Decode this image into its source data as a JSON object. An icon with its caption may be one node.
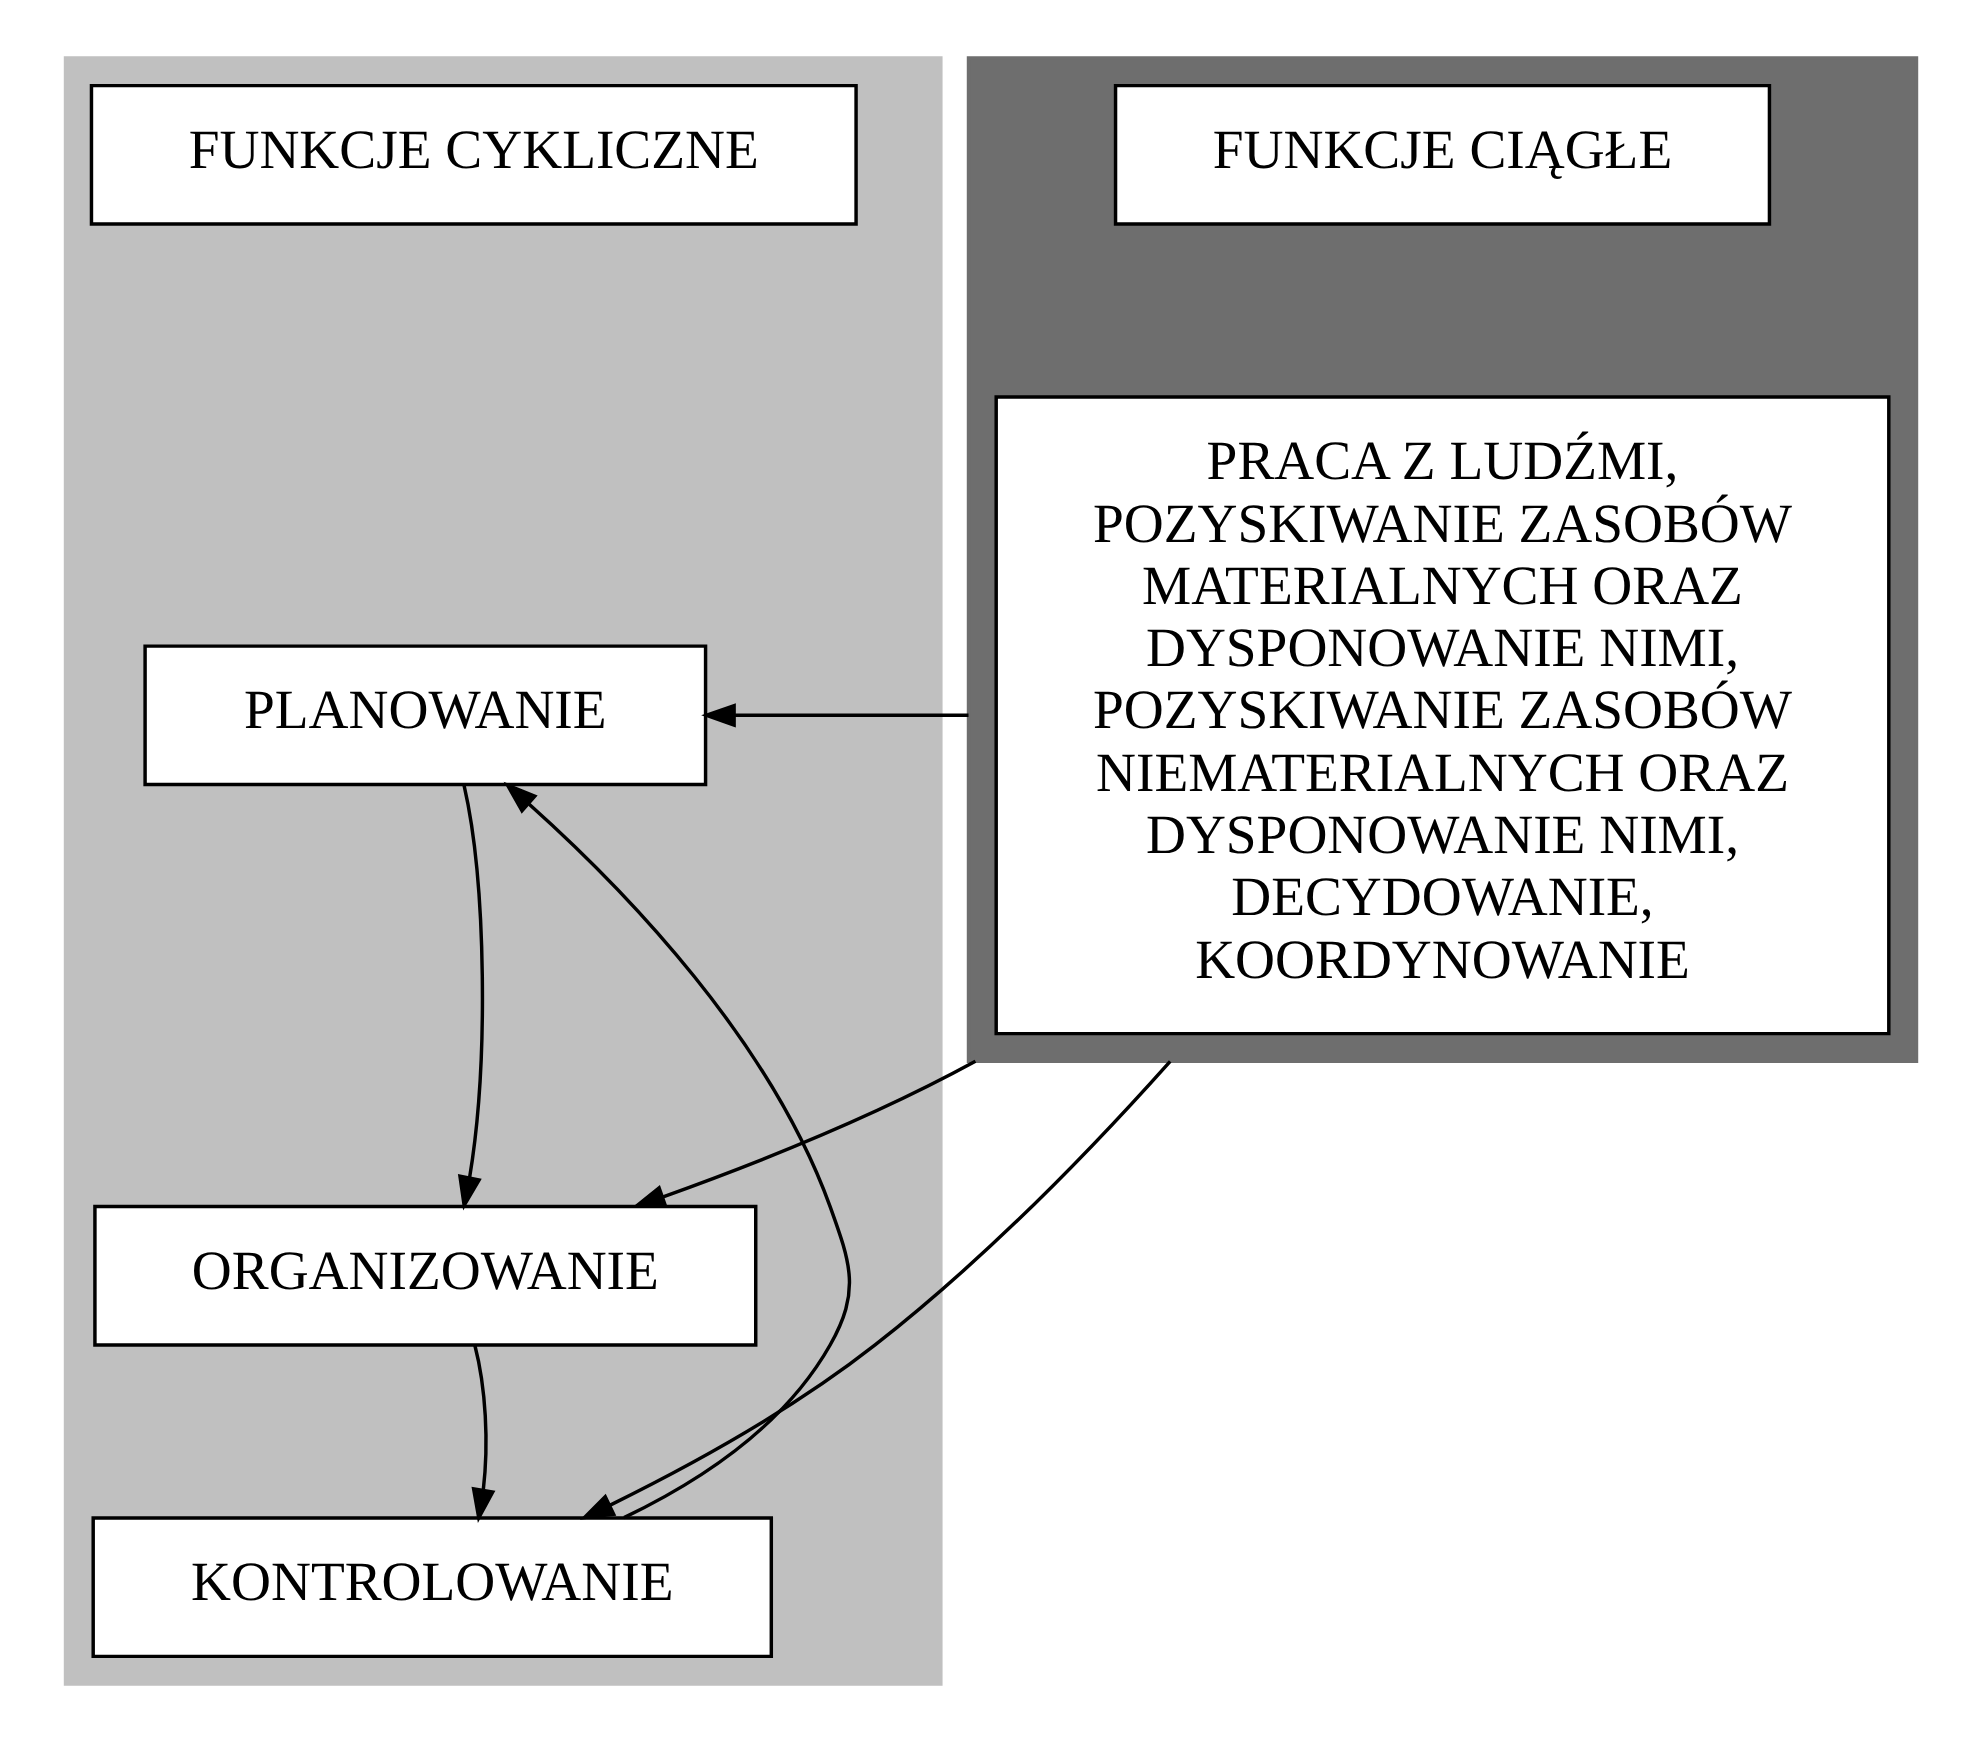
{
  "diagram": {
    "nodes": [
      {
        "text": [],
        "shape": "box"
      },
      {
        "text": [
          "FUNKCJE CYKLICZNE"
        ],
        "in": 0
      },
      {
        "text": [
          "PLANOWANIE"
        ],
        "in": 0
      },
      {
        "text": [
          "ORGANIZOWANIE"
        ],
        "in": 0
      },
      {
        "text": [
          "KONTROLOWANIE"
        ],
        "in": 0
      },
      {
        "text": [],
        "shape": "box"
      },
      {
        "text": [
          "FUNKCJE CIĄGŁE"
        ],
        "in": 5
      },
      {
        "text": [
          "PRACA Z LUDŹMI, POZYSKIWANIE ZASOBÓW MATERIALNYCH ORAZ DYSPONOWANIE NIMI, POZYSKIWANIE ZASOBÓW NIEMATERIALNYCH ORAZ DYSPONOWANIE NIMI, DECYDOWANIE, KOORDYNOWANIE"
        ],
        "in": 5
      }
    ],
    "edges": [
      {
        "from": 2,
        "to": 3,
        "arrow": "to"
      },
      {
        "from": 3,
        "to": 4,
        "arrow": "to"
      },
      {
        "from": 4,
        "to": 2,
        "arrow": "to"
      },
      {
        "from": 5,
        "to": 2,
        "arrow": "to"
      },
      {
        "from": 5,
        "to": 3,
        "arrow": "to"
      },
      {
        "from": 5,
        "to": 4,
        "arrow": "to"
      }
    ]
  }
}
